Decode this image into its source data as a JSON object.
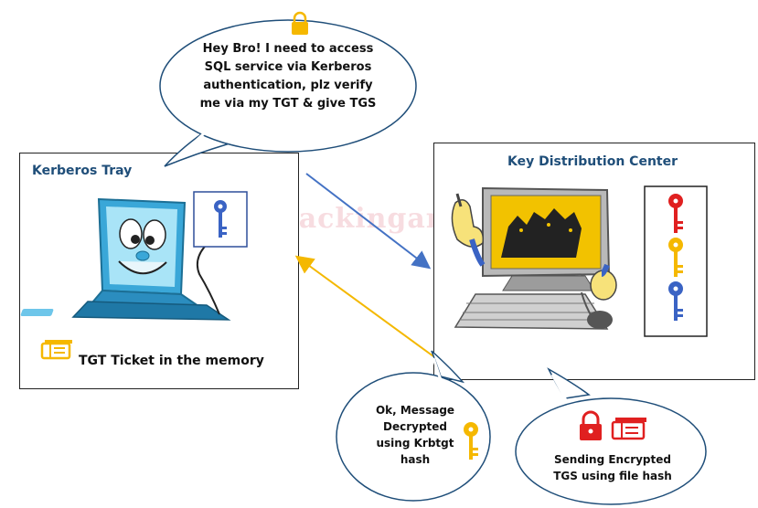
{
  "colors": {
    "outline": "#1f4e79",
    "bubble_fill": "#ffffff",
    "arrow_blue": "#4472c4",
    "arrow_yellow": "#f4b800",
    "key_red": "#e02020",
    "key_yellow": "#f5b800",
    "key_blue": "#3a63c4",
    "label_blue": "#1f4e79"
  },
  "left_box": {
    "title": "Kerberos Tray",
    "ticket_caption": "TGT Ticket in the memory",
    "icons": [
      "laptop-mascot-icon",
      "blue-key-icon",
      "yellow-ticket-icon"
    ]
  },
  "right_box": {
    "title": "Key Distribution Center",
    "icons": [
      "computer-mascot-icon",
      "red-key-icon",
      "yellow-key-icon",
      "blue-key-icon"
    ]
  },
  "bubbles": {
    "request": {
      "lines": [
        "Hey Bro! I need to access",
        "SQL service via Kerberos",
        "authentication, plz verify",
        "me via my TGT & give TGS"
      ],
      "icon": "yellow-lock-icon"
    },
    "decrypted": {
      "lines": [
        "Ok, Message",
        "Decrypted",
        "using Krbtgt",
        "hash"
      ],
      "icon": "yellow-key-icon"
    },
    "sending": {
      "lines": [
        "Sending Encrypted",
        "TGS using file hash"
      ],
      "icons": [
        "red-lock-icon",
        "red-ticket-icon"
      ]
    }
  },
  "watermark": "www.hackingarticles.in"
}
